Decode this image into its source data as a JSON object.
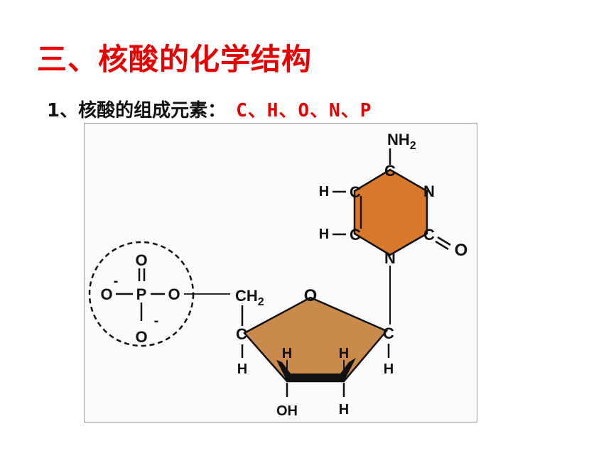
{
  "title": "三、核酸的化学结构",
  "subtitle": {
    "label": "1、核酸的组成元素：",
    "elements": "C、H、O、N、P"
  },
  "diagram": {
    "atoms": {
      "nh2_n": "NH",
      "nh2_sub": "2",
      "c": "C",
      "h": "H",
      "n": "N",
      "o": "O",
      "ch2_c": "CH",
      "ch2_sub": "2",
      "oh": "OH",
      "minus": "-"
    },
    "colors": {
      "base_fill": "#d9782b",
      "sugar_fill": "#c98a4b",
      "sugar_edge": "#111111"
    }
  }
}
